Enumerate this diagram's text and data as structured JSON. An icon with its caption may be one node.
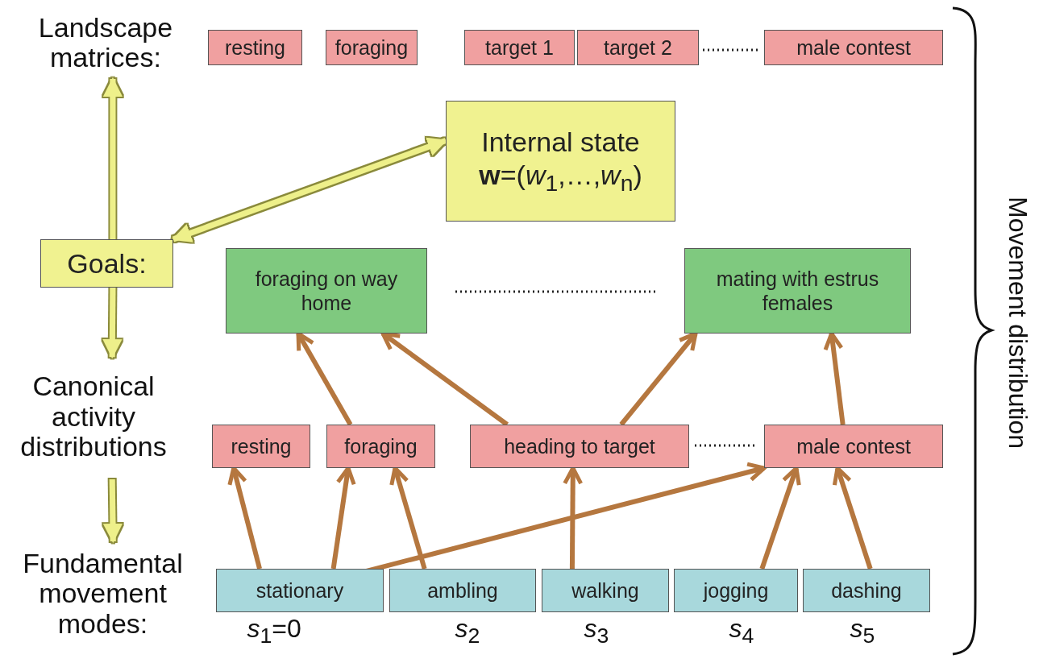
{
  "diagram": {
    "nodes": [
      {
        "text": [
          "Landscape matrices:"
        ]
      },
      {
        "text": [
          "resting"
        ]
      },
      {
        "text": [
          "foraging"
        ]
      },
      {
        "text": [
          "target 1"
        ]
      },
      {
        "text": [
          "target 2"
        ]
      },
      {
        "text": [
          "male contest"
        ]
      },
      {
        "text": [
          "Internal state",
          "**w**=(*w*$_{1}$,…,*w*$_{n}$)"
        ]
      },
      {
        "text": [
          "Goals:"
        ]
      },
      {
        "text": [
          "foraging on way home"
        ]
      },
      {
        "text": [
          "mating with estrus females"
        ]
      },
      {
        "text": [
          "Canonical activity distributions"
        ]
      },
      {
        "text": [
          "resting"
        ]
      },
      {
        "text": [
          "foraging"
        ]
      },
      {
        "text": [
          "heading to target"
        ]
      },
      {
        "text": [
          "male contest"
        ]
      },
      {
        "text": [
          "Fundamental movement modes:"
        ]
      },
      {
        "text": [
          "stationary"
        ],
        "beside": [
          "*s*$_{1}$=0"
        ]
      },
      {
        "text": [
          "ambling"
        ],
        "beside": [
          "*s*$_{2}$"
        ]
      },
      {
        "text": [
          "walking"
        ],
        "beside": [
          "*s*$_{3}$"
        ]
      },
      {
        "text": [
          "jogging"
        ],
        "beside": [
          "*s*$_{4}$"
        ]
      },
      {
        "text": [
          "dashing"
        ],
        "beside": [
          "*s*$_{5}$"
        ]
      }
    ],
    "edges": [
      {
        "from": 7,
        "to": 0,
        "arrow": "to",
        "color": "#eef08a"
      },
      {
        "from": 6,
        "to": 7,
        "arrow": "both",
        "color": "#eef08a"
      },
      {
        "from": 7,
        "to": 10,
        "arrow": "to",
        "color": "#eef08a"
      },
      {
        "from": 10,
        "to": 15,
        "arrow": "to",
        "color": "#eef08a"
      },
      {
        "from": 12,
        "to": 8,
        "arrow": "to"
      },
      {
        "from": 13,
        "to": 8,
        "arrow": "to"
      },
      {
        "from": 13,
        "to": 9,
        "arrow": "to"
      },
      {
        "from": 14,
        "to": 9,
        "arrow": "to"
      },
      {
        "from": 16,
        "to": 11,
        "arrow": "to"
      },
      {
        "from": 16,
        "to": 12,
        "arrow": "to"
      },
      {
        "from": 17,
        "to": 12,
        "arrow": "to"
      },
      {
        "from": 16,
        "to": 14,
        "arrow": "to"
      },
      {
        "from": 18,
        "to": 13,
        "arrow": "to"
      },
      {
        "from": 19,
        "to": 14,
        "arrow": "to"
      },
      {
        "from": 20,
        "to": 14,
        "arrow": "to"
      }
    ],
    "labels": [
      "Movement distribution"
    ]
  }
}
